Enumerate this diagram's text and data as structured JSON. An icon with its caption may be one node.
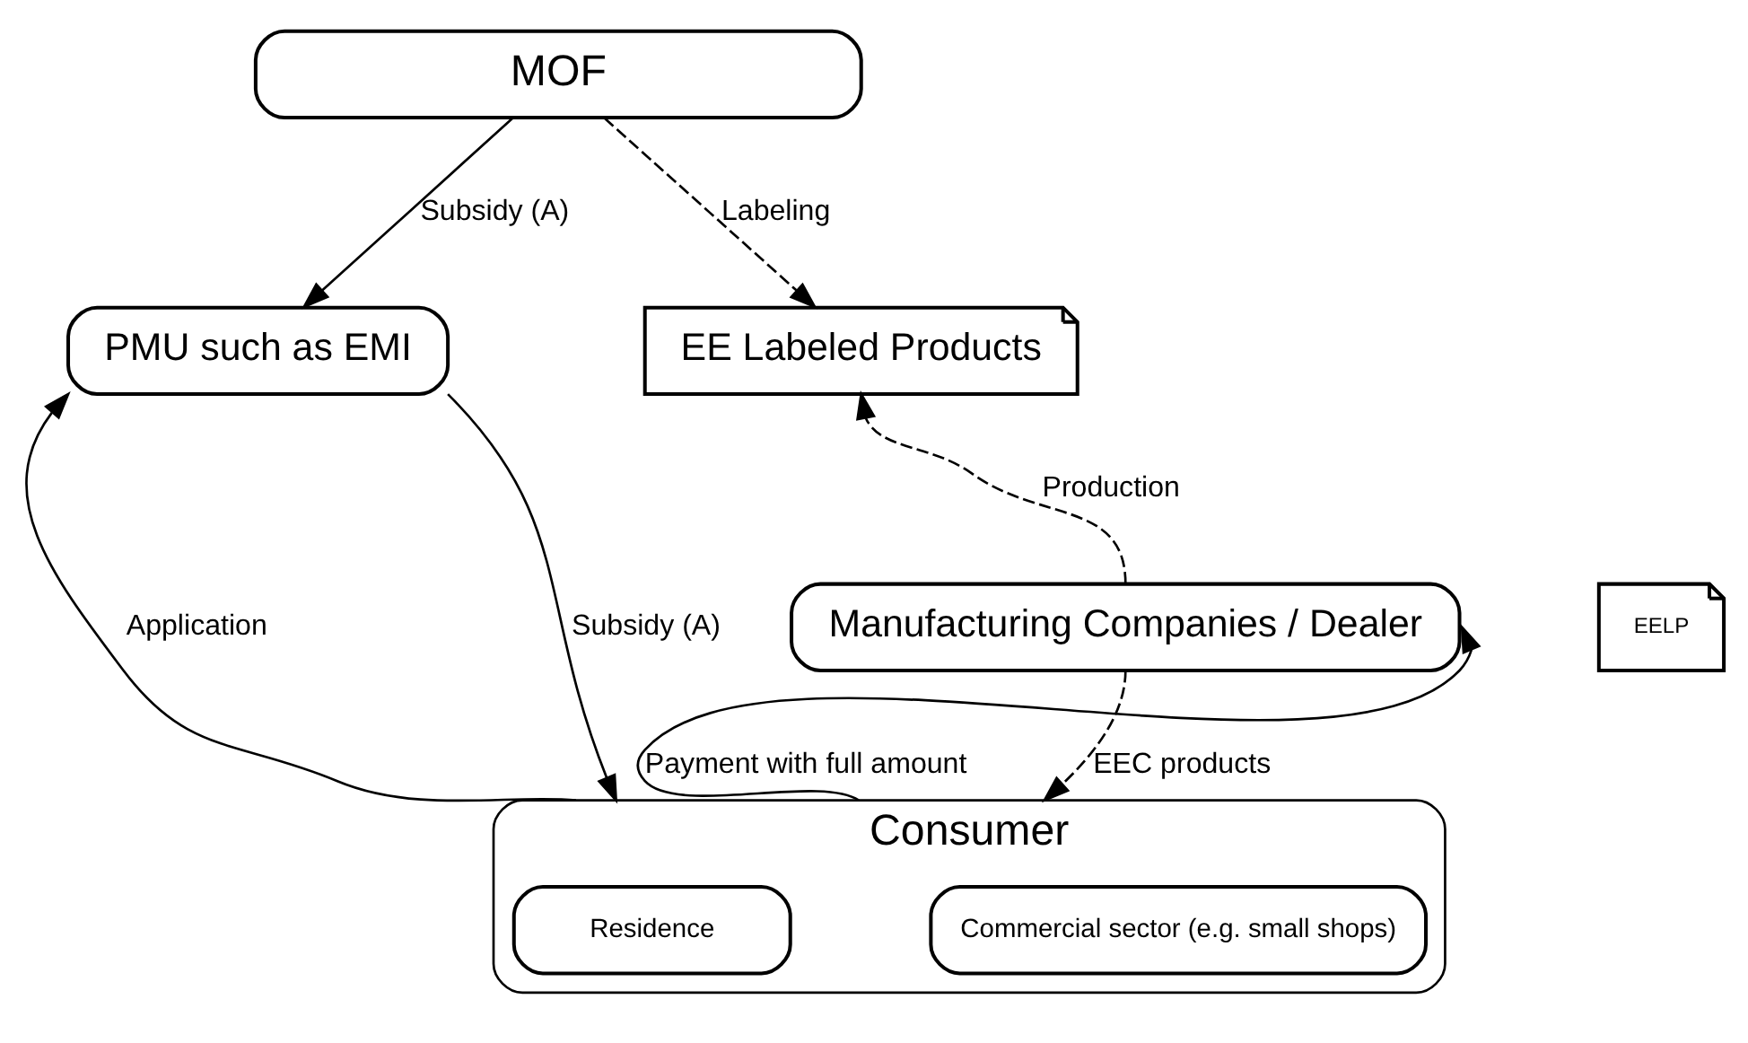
{
  "diagram": {
    "nodes": [
      {
        "text": [
          "MOF"
        ]
      },
      {
        "text": [
          "EE Labeled Products"
        ]
      },
      {
        "text": [
          "PMU such as EMI"
        ]
      },
      {
        "text": [
          "Manufacturing Companies / Dealer"
        ]
      },
      {
        "text": [
          "Consumer"
        ]
      },
      {
        "text": [
          "Commercial sector (e.g. small shops)"
        ],
        "in": 4
      },
      {
        "text": [
          "Residence"
        ],
        "in": 4
      },
      {
        "text": [
          "EELP"
        ]
      }
    ],
    "edges": [
      {
        "from": 0,
        "to": 1,
        "arrow": "to",
        "label": "Labeling",
        "style": "dashed"
      },
      {
        "from": 0,
        "to": 2,
        "arrow": "to",
        "label": "Subsidy (A)"
      },
      {
        "from": 4,
        "to": 2,
        "arrow": "to",
        "label": "Application"
      },
      {
        "from": 2,
        "to": 4,
        "arrow": "to",
        "label": "Subsidy (A)"
      },
      {
        "from": 4,
        "to": 3,
        "arrow": "to",
        "label": "Payment with full amount"
      },
      {
        "from": 3,
        "to": 1,
        "arrow": "to",
        "label": "Production",
        "style": "dashed"
      },
      {
        "from": 3,
        "to": 4,
        "arrow": "to",
        "label": "EEC products",
        "style": "dashed"
      }
    ]
  }
}
